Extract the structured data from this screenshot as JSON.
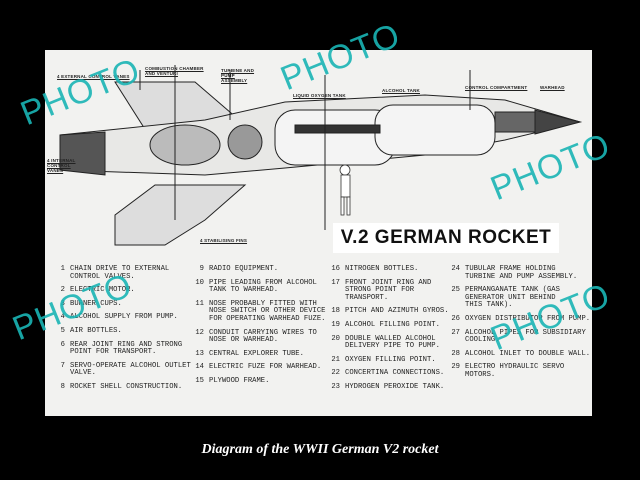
{
  "diagram": {
    "title": "V.2 GERMAN ROCKET",
    "labels": {
      "external_vanes": "4 EXTERNAL CONTROL VANES",
      "combustion": "COMBUSTION CHAMBER AND VENTURI",
      "turbine": "TURBINE AND PUMP ASSEMBLY",
      "lox": "LIQUID OXYGEN TANK",
      "alcohol": "ALCOHOL TANK",
      "control": "CONTROL COMPARTMENT",
      "warhead": "WARHEAD",
      "internal_vanes": "4 INTERNAL CONTROL VANES",
      "fins": "4 STABILISING FINS"
    },
    "legend": [
      {
        "n": "1",
        "t": "CHAIN DRIVE TO EXTERNAL\nCONTROL VALVES."
      },
      {
        "n": "2",
        "t": "ELECTRIC MOTOR."
      },
      {
        "n": "3",
        "t": "BURNER CUPS."
      },
      {
        "n": "4",
        "t": "ALCOHOL SUPPLY FROM PUMP."
      },
      {
        "n": "5",
        "t": "AIR BOTTLES."
      },
      {
        "n": "6",
        "t": "REAR JOINT RING AND STRONG\nPOINT FOR TRANSPORT."
      },
      {
        "n": "7",
        "t": "SERVO-OPERATE ALCOHOL OUTLET\nVALVE."
      },
      {
        "n": "8",
        "t": "ROCKET SHELL CONSTRUCTION."
      },
      {
        "n": "9",
        "t": "RADIO EQUIPMENT."
      },
      {
        "n": "10",
        "t": "PIPE LEADING FROM ALCOHOL\nTANK TO WARHEAD."
      },
      {
        "n": "11",
        "t": "NOSE PROBABLY FITTED WITH\nNOSE SWITCH OR OTHER DEVICE\nFOR OPERATING WARHEAD FUZE."
      },
      {
        "n": "12",
        "t": "CONDUIT CARRYING WIRES TO\nNOSE OR WARHEAD."
      },
      {
        "n": "13",
        "t": "CENTRAL EXPLORER TUBE."
      },
      {
        "n": "14",
        "t": "ELECTRIC FUZE FOR WARHEAD."
      },
      {
        "n": "15",
        "t": "PLYWOOD FRAME."
      },
      {
        "n": "16",
        "t": "NITROGEN BOTTLES."
      },
      {
        "n": "17",
        "t": "FRONT JOINT RING AND\nSTRONG POINT FOR\nTRANSPORT."
      },
      {
        "n": "18",
        "t": "PITCH AND AZIMUTH GYROS."
      },
      {
        "n": "19",
        "t": "ALCOHOL FILLING POINT."
      },
      {
        "n": "20",
        "t": "DOUBLE WALLED ALCOHOL\nDELIVERY PIPE TO PUMP."
      },
      {
        "n": "21",
        "t": "OXYGEN FILLING POINT."
      },
      {
        "n": "22",
        "t": "CONCERTINA CONNECTIONS."
      },
      {
        "n": "23",
        "t": "HYDROGEN PEROXIDE TANK."
      },
      {
        "n": "24",
        "t": "TUBULAR FRAME HOLDING\nTURBINE AND PUMP ASSEMBLY."
      },
      {
        "n": "25",
        "t": "PERMANGANATE TANK (GAS\nGENERATOR UNIT BEHIND\nTHIS TANK)."
      },
      {
        "n": "26",
        "t": "OXYGEN DISTRIBUTOR FROM PUMP."
      },
      {
        "n": "27",
        "t": "ALCOHOL PIPES FOR SUBSIDIARY\nCOOLING."
      },
      {
        "n": "28",
        "t": "ALCOHOL INLET TO DOUBLE WALL."
      },
      {
        "n": "29",
        "t": "ELECTRO HYDRAULIC SERVO\nMOTORS."
      }
    ]
  },
  "caption": "Diagram of the WWII German V2 rocket",
  "watermark": "PHOTO",
  "colors": {
    "watermark": "#1ab5b5",
    "background": "#000000",
    "paper": "#f2f2f0"
  }
}
